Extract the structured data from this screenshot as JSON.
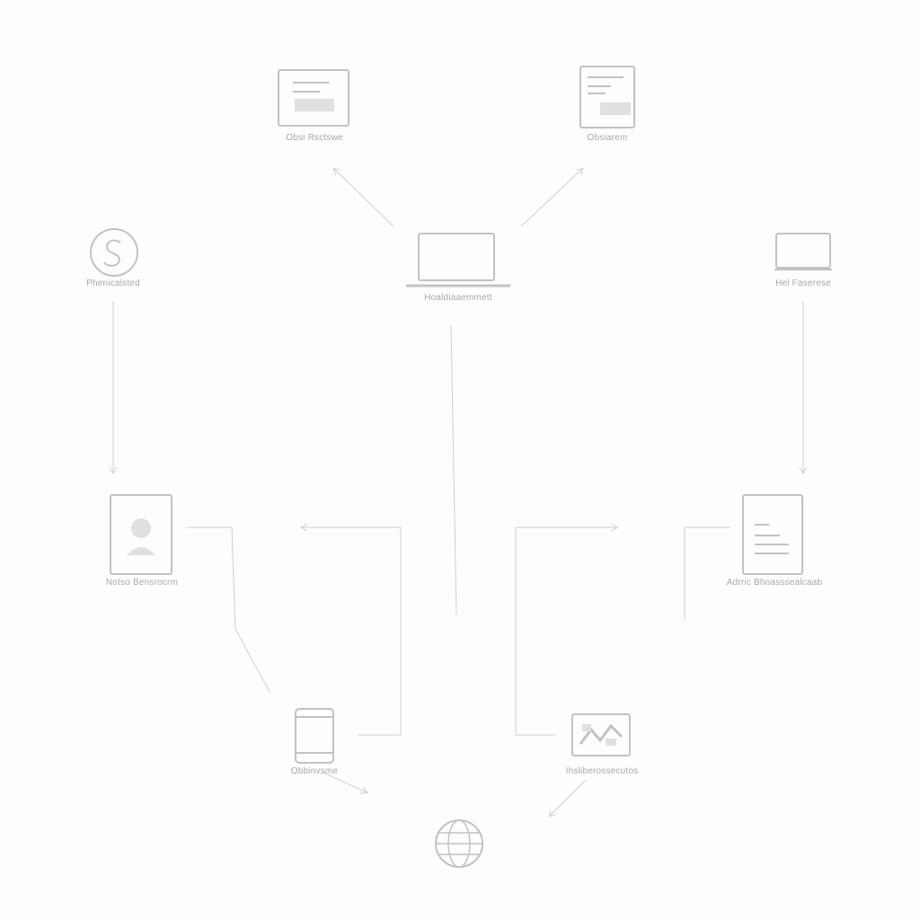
{
  "theme": {
    "background": "#fdfdfd",
    "stroke": "#cfcfcf",
    "text": "#a8a8a8"
  },
  "nodes": {
    "top_left": {
      "label": "Obsi Rsctswe",
      "icon": "code-editor-icon"
    },
    "top_right": {
      "label": "Obsiarem",
      "icon": "document-icon"
    },
    "middle_left": {
      "label": "Phenicalsted",
      "icon": "circle-logo-icon"
    },
    "center": {
      "label": "Hoaldiaaemmett",
      "icon": "laptop-icon"
    },
    "middle_right": {
      "label": "Hel Faserese",
      "icon": "monitor-icon"
    },
    "lower_left": {
      "label": "Notso Bensrocrm",
      "icon": "user-profile-icon"
    },
    "lower_right": {
      "label": "Adrric Bhoasssealcaab",
      "icon": "text-document-icon"
    },
    "bottom_left": {
      "label": "Obbinvsme",
      "icon": "smartphone-icon"
    },
    "bottom_right": {
      "label": "Ihsliberossecutos",
      "icon": "network-hardware-icon"
    },
    "bottom_center": {
      "label": "",
      "icon": "globe-icon"
    }
  }
}
